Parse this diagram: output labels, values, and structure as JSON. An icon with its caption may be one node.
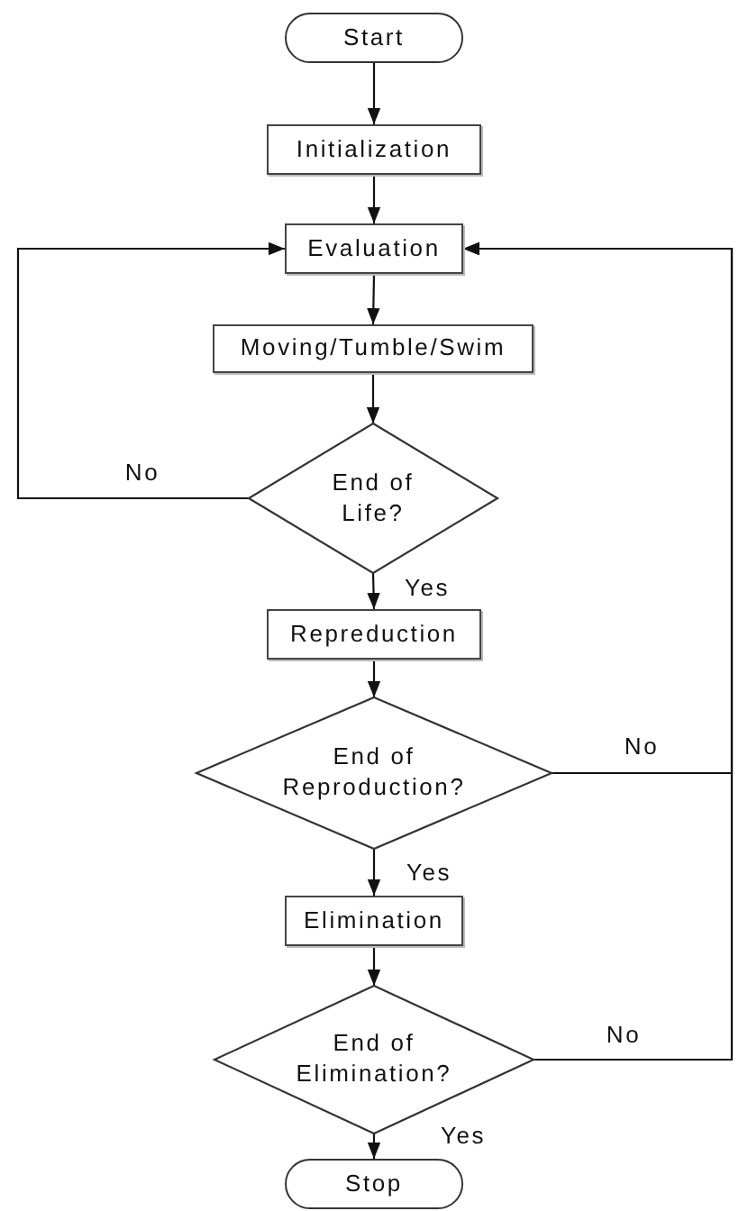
{
  "diagram": {
    "nodes": [
      {
        "text": [
          "Start"
        ]
      },
      {
        "text": [
          "Initialization"
        ]
      },
      {
        "text": [
          "Evaluation"
        ]
      },
      {
        "text": [
          "Moving/Tumble/Swim"
        ]
      },
      {
        "text": [
          "End of Life?"
        ]
      },
      {
        "text": [
          "Repreduction"
        ]
      },
      {
        "text": [
          "End of Reproduction?"
        ]
      },
      {
        "text": [
          "Elimination"
        ]
      },
      {
        "text": [
          "End of Elimination?"
        ]
      },
      {
        "text": [
          "Stop"
        ]
      }
    ],
    "edges": [
      {
        "from": 0,
        "to": 1,
        "arrow": "to"
      },
      {
        "from": 1,
        "to": 2,
        "arrow": "to"
      },
      {
        "from": 2,
        "to": 3,
        "arrow": "to"
      },
      {
        "from": 3,
        "to": 4,
        "arrow": "to"
      },
      {
        "from": 4,
        "to": 2,
        "arrow": "to",
        "label": "No"
      },
      {
        "from": 4,
        "to": 5,
        "arrow": "to",
        "label": "Yes"
      },
      {
        "from": 5,
        "to": 6,
        "arrow": "to"
      },
      {
        "from": 6,
        "to": 2,
        "arrow": "to",
        "label": "No"
      },
      {
        "from": 6,
        "to": 7,
        "arrow": "to",
        "label": "Yes"
      },
      {
        "from": 7,
        "to": 8,
        "arrow": "to"
      },
      {
        "from": 8,
        "to": 2,
        "arrow": "to",
        "label": "No"
      },
      {
        "from": 8,
        "to": 9,
        "arrow": "to",
        "label": "Yes"
      }
    ]
  }
}
